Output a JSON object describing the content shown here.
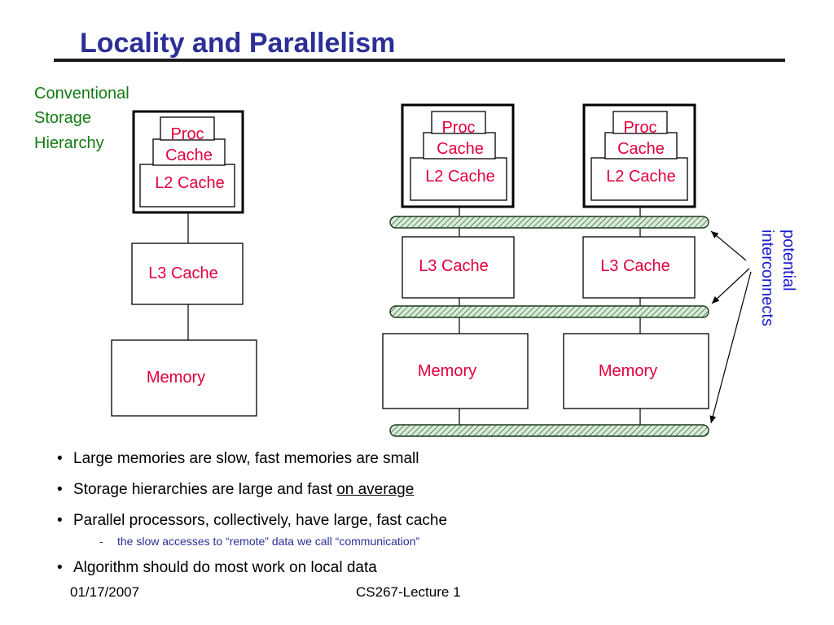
{
  "slide": {
    "title": "Locality and Parallelism"
  },
  "diagram": {
    "conventional_label": [
      "Conventional",
      "Storage",
      "Hierarchy"
    ],
    "proc": "Proc",
    "cache": "Cache",
    "l2": "L2 Cache",
    "l3": "L3 Cache",
    "memory": "Memory",
    "interconnect_label": [
      "potential",
      "interconnects"
    ]
  },
  "bullets": {
    "b1": "Large memories are slow, fast memories are small",
    "b2_pre": "Storage hierarchies are large and fast ",
    "b2_underlined": "on average",
    "b3": "Parallel processors, collectively, have large, fast cache",
    "b3_sub": "the slow accesses to “remote” data we call “communication”",
    "b4": "Algorithm should do most work on local data"
  },
  "footer": {
    "date": "01/17/2007",
    "course": "CS267-Lecture 1"
  },
  "colors": {
    "title": "#2b2f96",
    "component_labels": "#e0003c",
    "conventional_label": "#137a13",
    "interconnect_label": "#1a1ad0"
  }
}
